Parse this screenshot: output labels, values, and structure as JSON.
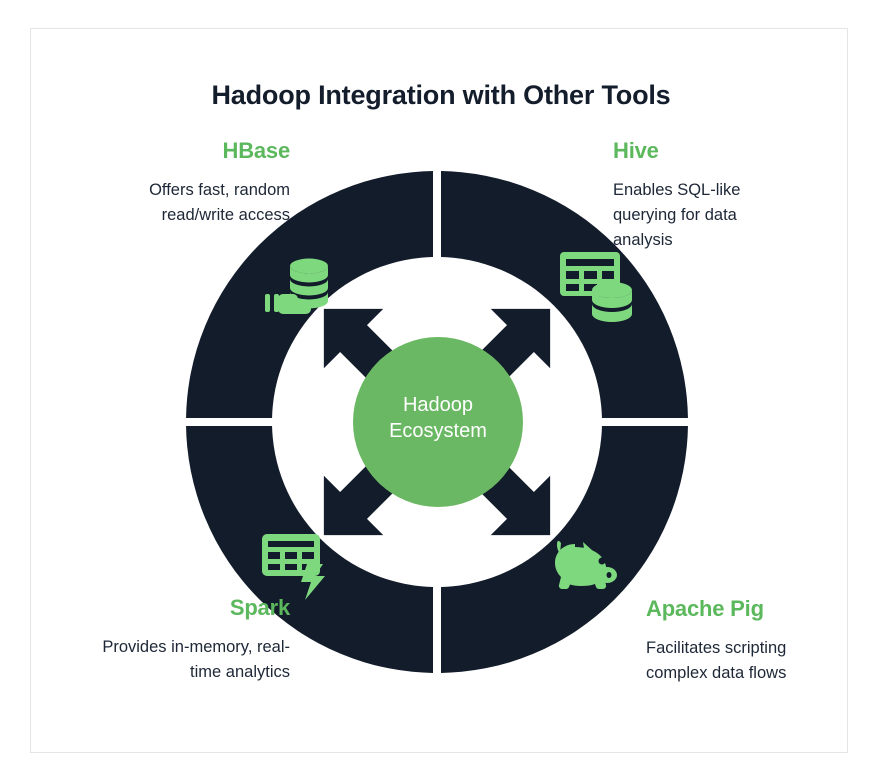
{
  "page": {
    "title": "Hadoop Integration with Other Tools",
    "colors": {
      "ring": "#131c2b",
      "accent_green": "#5cb85c",
      "center_circle": "#6ab863",
      "text_dark": "#1d2736",
      "background": "#ffffff",
      "frame_border": "#e4e5e7",
      "arrow_white": "#ffffff",
      "icon_green": "#7ed87e"
    }
  },
  "center": {
    "line1": "Hadoop",
    "line2": "Ecosystem",
    "name": "Hadoop Ecosystem"
  },
  "quadrants": [
    {
      "id": "hbase",
      "title": "HBase",
      "description": "Offers fast, random read/write access",
      "position": "top-left",
      "icon": "database-stack-hand-icon"
    },
    {
      "id": "hive",
      "title": "Hive",
      "description": "Enables SQL-like querying for data analysis",
      "position": "top-right",
      "icon": "table-database-icon"
    },
    {
      "id": "spark",
      "title": "Spark",
      "description": "Provides in-memory, real-time analytics",
      "position": "bottom-left",
      "icon": "table-lightning-icon"
    },
    {
      "id": "pig",
      "title": "Apache Pig",
      "description": "Facilitates scripting complex data flows",
      "position": "bottom-right",
      "icon": "pig-icon"
    }
  ]
}
